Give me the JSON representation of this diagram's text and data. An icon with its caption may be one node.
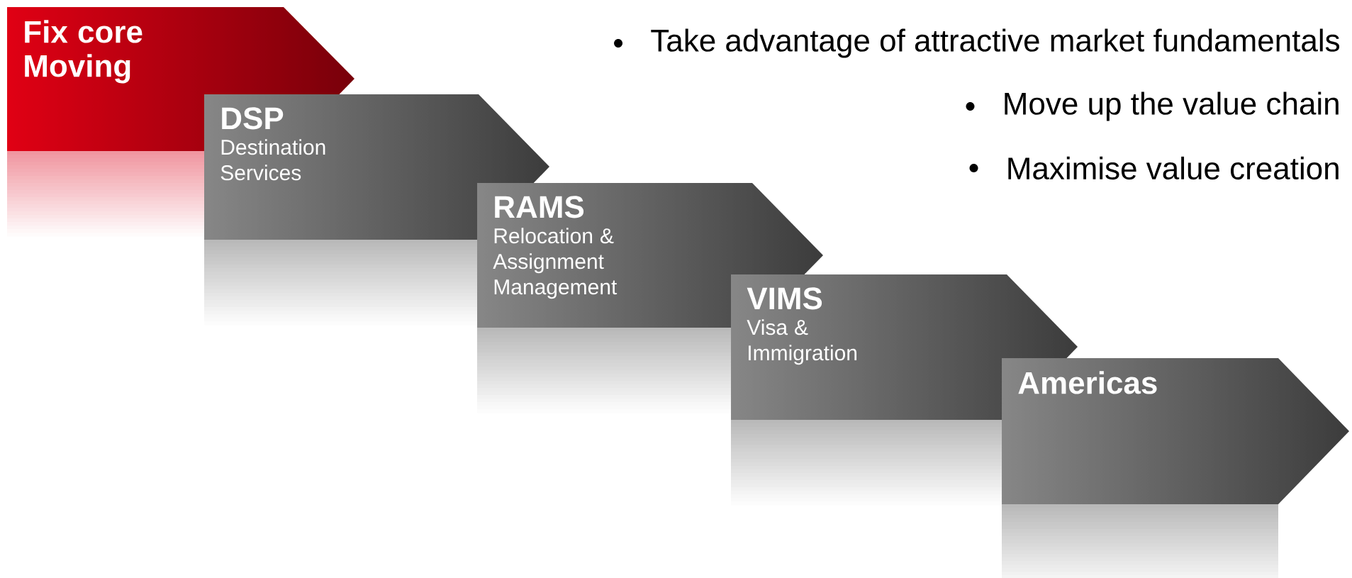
{
  "diagram": {
    "nodes": [
      {
        "text": [
          "Fix core Moving"
        ]
      },
      {
        "text": [
          "DSP",
          "Destination Services"
        ]
      },
      {
        "text": [
          "RAMS",
          "Relocation & Assignment Management"
        ]
      },
      {
        "text": [
          "VIMS",
          "Visa & Immigration"
        ]
      },
      {
        "text": [
          "Americas"
        ]
      }
    ],
    "labels": [
      "Take advantage of attractive market fundamentals",
      "Move up the value chain",
      "Maximise value creation"
    ]
  }
}
